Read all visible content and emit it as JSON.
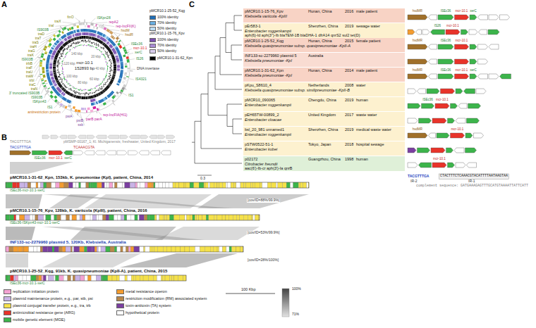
{
  "diagram": {
    "nodes": [
      {
        "text": [
          "pMCR10.1-15-76_Kpv",
          "Hunan, China",
          "2016",
          "male patient",
          "Klebsiella variicola -KpIII"
        ]
      },
      {
        "text": [
          "pEr583-1",
          "Shenzhen, China",
          "2019",
          "sewage water",
          "Enterobacter roggenkampii",
          "aph(6)-Id aph(3'')-Ib blaTEM-1B blaDHA-1 dfrA14 qnrS2 sul2 tet(D)"
        ]
      },
      {
        "text": [
          "pMCR10.1-25-52_Kqg",
          "Hunan, China",
          "2015",
          "female patient",
          "Klebsiella quasipneumoniae subsp. quasipneumoniae -KpII-A"
        ]
      },
      {
        "text": [
          "INF133-sc-2279960 plasmid 5",
          "Australia",
          "Klebsiella pneumoniae -KpI"
        ]
      },
      {
        "text": [
          "pMCR10.1-31-62_Kpn",
          "Hunan, China",
          "2014",
          "male patient",
          "Klebsiella pneumoniae -KpI"
        ]
      },
      {
        "text": [
          "pKpu_S8610_4",
          "Netherlands",
          "2008",
          "water",
          "Klebsiella quasipneumoniae subsp. similipneumoniae -KpII-B"
        ]
      },
      {
        "text": [
          "pMCR10_090065",
          "Chengdu, China",
          "2019",
          "human",
          "Enterobacter roggenkampii"
        ]
      },
      {
        "text": [
          "pEH65TW-00899_2",
          "United Kingdom",
          "2017",
          "waste water",
          "Enterobacter cloacae"
        ]
      },
      {
        "text": [
          "bsl_20_981 unnamed1",
          "Shenzhen, China",
          "2019",
          "medical waste water",
          "Enterobacter roggenkampii"
        ]
      },
      {
        "text": [
          "pSTW0522-51-1",
          "Tokyo, Japan",
          "2018",
          "hospital sewage",
          "Enterobacter kobei"
        ]
      },
      {
        "text": [
          "p02172",
          "Guangzhou, China",
          "1998",
          "human",
          "Citrobacter freundii",
          "aac(6')-Ib-cr aph(3')-Ia qnrB"
        ]
      }
    ],
    "labels": [
      "A",
      "B",
      "C",
      "mcr-10.1",
      "152893 bp",
      "20 kbp",
      "40 kbp",
      "60 kbp",
      "80 kbp",
      "100 kbp",
      "120 kbp",
      "140 kbp",
      "ISKpn28",
      "repA2",
      "rep-IncFII(K)",
      "hsdM",
      "hsdR",
      "ISEc36",
      "mcr-10.1",
      "xerC",
      "IS26",
      "DNA invertase",
      "IS4321",
      "IS1",
      "rep-IncFIA(HI1)",
      "parB parA",
      "ssb",
      "psiB",
      "psiA",
      "antirestriction protein",
      "IS1",
      "ISKpn43",
      "IS903B",
      "3' truncated IS903B",
      "traN",
      "traC",
      "trbI",
      "traW",
      "traU",
      "traF",
      "trbB",
      "IS903B",
      "traK",
      "traG",
      "traH",
      "traS",
      "traT",
      "traD",
      "IS903B",
      "traI",
      "traX",
      "finO",
      "pMCR10.1-25-52_Kqg",
      "pMCR10.1-15-76_Kpv",
      "TACGTTTGA",
      "pMSMP-00167_1; Kl. Michiganensis; freshwater, United Kingdom, 2017",
      "TACGTTTGA",
      "TCAAACGTA",
      "ISEc36",
      "mcr-10.1",
      "xerC",
      "pMCR10.1-31-62_Kpn, 153kb, K. pneumoniae (KpI), patient, China, 2014",
      "ISEc36-mcr-10.1-xerC",
      "[cov/ID=88%/99.9%]",
      "pMCR10.1-15-76_Kpv, 128kb, K. variicola (KpIII), patient, China, 2016",
      "ISEc36-ISKpn43-mcr-10.1-xerC",
      "[cov/ID=53%/99.9%]",
      "INF133-sc-2279960 plasmid 5, 120Kb, Klebsiella, Australia",
      "[cov/ID=28%/100%]",
      "pMCR10.1-25-52_Kqg, 91kb, K. quasipneumoniae (KpII-A), patient, China, 2015",
      "ISEc36-mcr-10.1-xerC",
      "100 Kbp",
      "100%",
      "71%",
      "0.3",
      "TACGTTTGA",
      "IR-2",
      "CTACTTTCTCAAACGTACATTTTAATAAGTAA",
      "IR-1",
      "complement sequence: GATGAAAGAGTTTGCATGTAAAATTATTCATT",
      "hsdMR",
      "ISEc36",
      "mcr-10.1",
      "xerC",
      "IS26",
      "mcr-10.1",
      "hsdMR",
      "ISEc36",
      "mcr-10.1",
      "hsdMR",
      "ISEc36",
      "mcr-10.1",
      "xerC",
      "ISEc36",
      "mcr-10.1",
      "hsdMR",
      "mcr-10.1",
      "mcr-10.1"
    ],
    "legend": [
      {
        "text": "100% identity",
        "color": "#1f6fb8"
      },
      {
        "text": "70% identity",
        "color": "#6aaee0"
      },
      {
        "text": "50% identity",
        "color": "#bcdcf3"
      },
      {
        "text": "100% identity",
        "color": "#7a4fb0"
      },
      {
        "text": "70% identity",
        "color": "#a98bd3"
      },
      {
        "text": "50% identity",
        "color": "#d9cdec"
      },
      {
        "text": "pMCR10.1-31-62_Kpn",
        "color": "#000000"
      },
      {
        "text": "replication initiation protein",
        "color": "#f4a3d3"
      },
      {
        "text": "plasmid maintenance protein, e.g., par, stb, psi",
        "color": "#c9b3e6"
      },
      {
        "text": "plasmid conjugal transfer protein, e.g., tra, trb",
        "color": "#f5e14a"
      },
      {
        "text": "antimicrobial resistance gene (ARG)",
        "color": "#e8332a"
      },
      {
        "text": "mobile genetic element (MGE)",
        "color": "#3cb44b"
      },
      {
        "text": "metal resistance operon",
        "color": "#f39c2f"
      },
      {
        "text": "restriction modification (RM) associated system",
        "color": "#b8884a"
      },
      {
        "text": "toxin-antitoxin (TA) system",
        "color": "#7b3fa0"
      },
      {
        "text": "hypothetical protein",
        "color": "#ffffff"
      }
    ]
  }
}
